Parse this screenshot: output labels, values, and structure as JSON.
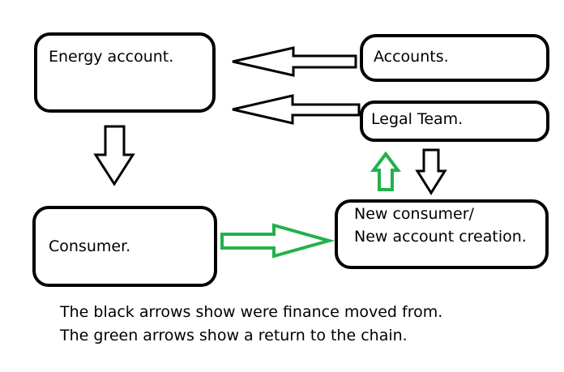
{
  "nodes": {
    "energy_account": "Energy account.",
    "accounts": "Accounts.",
    "legal_team": "Legal Team.",
    "consumer": "Consumer.",
    "new_consumer_line1": "New consumer/",
    "new_consumer_line2": "New account creation."
  },
  "captions": {
    "line1": "The black arrows show were finance moved from.",
    "line2": "The green arrows show a return to the chain."
  },
  "colors": {
    "black_arrow": "#000000",
    "green_arrow": "#22b14c",
    "box_stroke": "#000000"
  }
}
